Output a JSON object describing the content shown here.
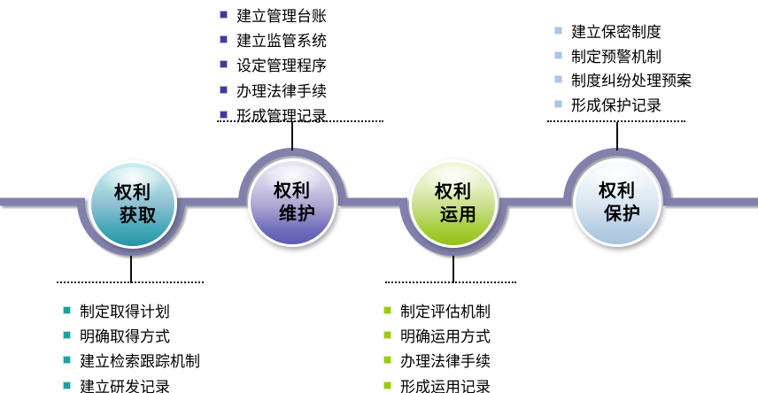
{
  "diagram": {
    "stages": [
      {
        "id": "acquire",
        "label_line1": "权利",
        "label_line2": "获取",
        "ball_color": "#2496A8",
        "list": "acquire"
      },
      {
        "id": "maintain",
        "label_line1": "权利",
        "label_line2": "维护",
        "ball_color": "#5D5AB2",
        "list": "maintain"
      },
      {
        "id": "apply",
        "label_line1": "权利",
        "label_line2": "运用",
        "ball_color": "#94C11C",
        "list": "apply"
      },
      {
        "id": "protect",
        "label_line1": "权利",
        "label_line2": "保护",
        "ball_color": "#A7C3DC",
        "list": "protect"
      }
    ],
    "lists": {
      "maintain": {
        "bullet_color": "#3C3C9E",
        "position": "above-stage-2",
        "items": [
          "建立管理台账",
          "建立监管系统",
          "设定管理程序",
          "办理法律手续",
          "形成管理记录"
        ]
      },
      "protect": {
        "bullet_color": "#A9C6E4",
        "position": "above-stage-4",
        "items": [
          "建立保密制度",
          "制定预警机制",
          "制度纠纷处理预案",
          "形成保护记录"
        ]
      },
      "acquire": {
        "bullet_color": "#1FA0A0",
        "position": "below-stage-1",
        "items": [
          "制定取得计划",
          "明确取得方式",
          "建立检索跟踪机制",
          "建立研发记录"
        ]
      },
      "apply": {
        "bullet_color": "#9CCB0B",
        "position": "below-stage-3",
        "items": [
          "制定评估机制",
          "明确运用方式",
          "办理法律手续",
          "形成运用记录"
        ]
      }
    },
    "colors": {
      "timeline_band": "#8181AC",
      "band_shadow": "#63636E",
      "connector": "#0D0D0D",
      "text": "#000000"
    }
  }
}
